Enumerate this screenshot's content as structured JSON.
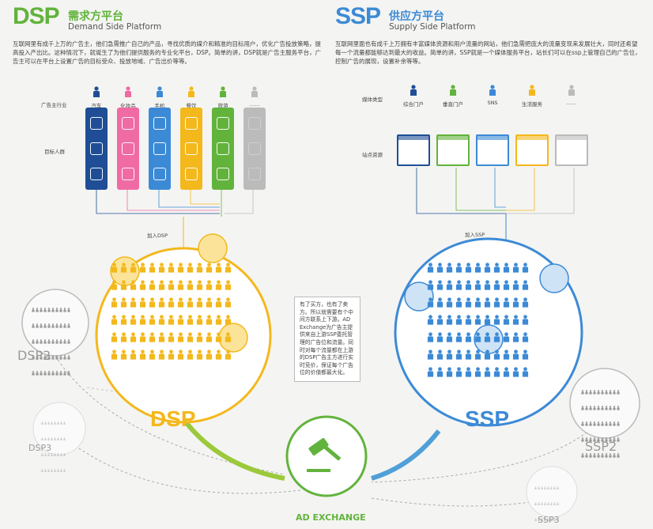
{
  "dsp": {
    "title": "DSP",
    "cn_title": "需求方平台",
    "en_title": "Demand Side Platform",
    "description": "互联网里有成千上万的广告主，他们急需推广自己的产品，寻找优质的媒介和精准的目标用户，优化广告投放策略，提高投入产出比。这种情况下，就诞生了为他们提供服务的专业化平台，DSP。简单的讲，DSP就是广告主服务平台，广告主可以在平台上设置广告的目标受众、投放地域、广告出价等等。",
    "row_label_advertiser": "广告主行业",
    "row_label_target": "目标人群",
    "join_label": "加入DSP",
    "bubble_label": "DSP",
    "color": "#f3b81c",
    "industries": [
      {
        "label": "汽车",
        "color": "#1f4e96",
        "icons": [
          "car-icon",
          "chart-icon",
          "cards-icon"
        ]
      },
      {
        "label": "化妆品",
        "color": "#f06aa3",
        "icons": [
          "woman-icon",
          "bag-icon",
          "cup-icon"
        ]
      },
      {
        "label": "手机",
        "color": "#3c8ad6",
        "icons": [
          "globe-icon",
          "phone-icon",
          "camera-icon"
        ]
      },
      {
        "label": "餐饮",
        "color": "#f3b81c",
        "icons": [
          "bowl-icon",
          "cake-icon",
          "meal-icon"
        ]
      },
      {
        "label": "旅游",
        "color": "#62b33c",
        "icons": [
          "gift-icon",
          "plane-icon",
          "cloud-icon"
        ]
      },
      {
        "label": "……",
        "color": "#bbbbbb",
        "icons": [
          "blank-icon",
          "blank-icon",
          "blank-icon"
        ]
      }
    ]
  },
  "ssp": {
    "title": "SSP",
    "cn_title": "供应方平台",
    "en_title": "Supply Side Platform",
    "description": "互联网里面也有成千上万拥有丰富媒体资源和用户流量的网站，他们急需把庞大的流量变现来发展壮大，同时还希望每一个流量都能够达到最大的收益。简单的讲，SSP就是一个媒体服务平台，站长们可以在ssp上管理自己的广告位，控制广告的展现，设置补余等等。",
    "row_label_media": "媒体类型",
    "row_label_site": "站点资源",
    "join_label": "加入SSP",
    "bubble_label": "SSP",
    "color": "#3c8ad6",
    "media": [
      {
        "label": "综合门户",
        "color": "#1f4e96"
      },
      {
        "label": "垂直门户",
        "color": "#62b33c"
      },
      {
        "label": "SNS",
        "color": "#3c8ad6"
      },
      {
        "label": "生活服务",
        "color": "#f3b81c"
      },
      {
        "label": "……",
        "color": "#bbbbbb"
      }
    ]
  },
  "adx": {
    "label": "AD EXCHANGE",
    "note": "有了买方，也有了卖方。所以就需要有个中间方联系上下游。AD Exchange为广告主提供来自上游SSP委托管理的广告位和流量。同时对每个流量都在上游的DSP广告主方进行实时竞价，保证每个广告位的价值都最大化。",
    "color": "#62b33c"
  },
  "others": {
    "dsp2": "DSP2",
    "dsp3": "DSP3",
    "ssp2": "SSP2",
    "ssp3": "SSP3"
  }
}
